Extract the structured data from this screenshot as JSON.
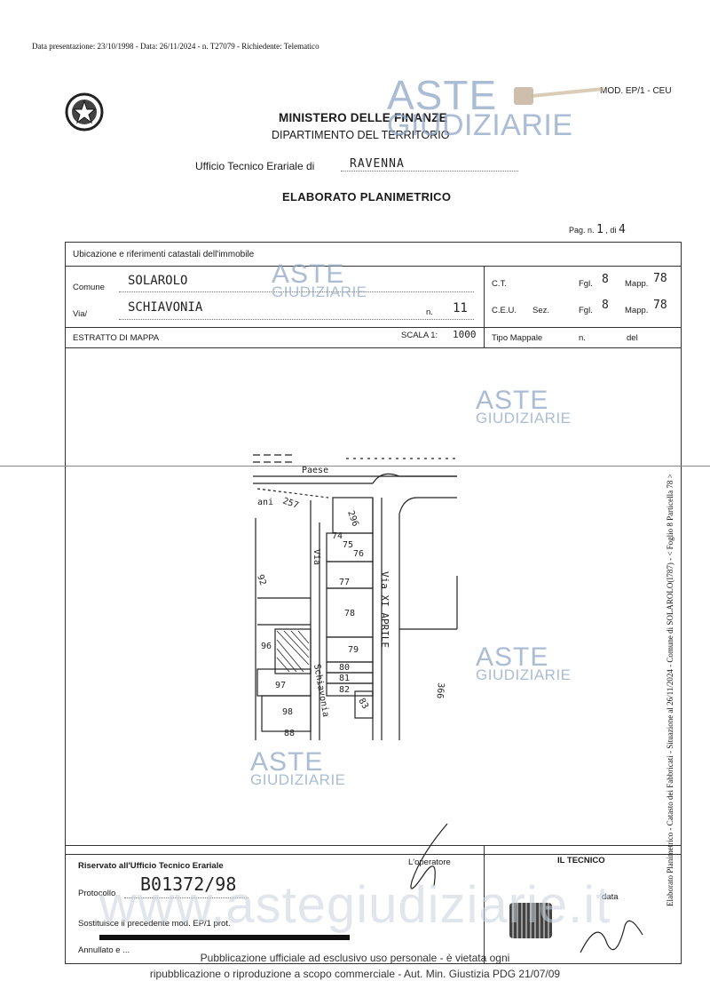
{
  "header_line": "Data presentazione: 23/10/1998 - Data: 26/11/2024 - n. T27079 - Richiedente: Telematico",
  "mod": "MOD. EP/1 - CEU",
  "ministry": "MINISTERO DELLE FINANZE",
  "department": "DIPARTIMENTO DEL TERRITORIO",
  "office_label": "Ufficio Tecnico Erariale di",
  "office_value": "RAVENNA",
  "doc_title": "ELABORATO PLANIMETRICO",
  "page": {
    "label": "Pag. n.",
    "num": "1",
    "of_label": "di",
    "total": "4"
  },
  "section_title": "Ubicazione e riferimenti catastali dell'immobile",
  "comune": {
    "label": "Comune",
    "value": "SOLAROLO"
  },
  "via": {
    "label": "Via/",
    "value": "SCHIAVONIA",
    "n_label": "n.",
    "n_value": "11"
  },
  "estratto": "ESTRATTO DI MAPPA",
  "scala": {
    "label": "SCALA 1:",
    "value": "1000"
  },
  "ct": {
    "label": "C.T.",
    "fgl_label": "Fgl.",
    "fgl": "8",
    "mapp_label": "Mapp.",
    "mapp": "78"
  },
  "ceu": {
    "label": "C.E.U.",
    "sez_label": "Sez.",
    "fgl_label": "Fgl.",
    "fgl": "8",
    "mapp_label": "Mapp.",
    "mapp": "78"
  },
  "tipo": {
    "label": "Tipo Mappale",
    "n_label": "n.",
    "del_label": "del"
  },
  "map_labels": {
    "paese": "Paese",
    "ani": "ani",
    "n257": "257",
    "n296": "296",
    "n92": "92",
    "via_left": "Via",
    "via_xi": "Via XI APRILE",
    "n74": "74",
    "n75": "75",
    "n76": "76",
    "n77": "77",
    "n78": "78",
    "n79": "79",
    "n80": "80",
    "n81": "81",
    "n82": "82",
    "n83": "83",
    "n96": "96",
    "n97": "97",
    "n98": "98",
    "n88": "88",
    "schiavonia": "Schiavonia",
    "n366": "366"
  },
  "reserved": "Riservato all'Ufficio Tecnico Erariale",
  "operatore": "L'operatore",
  "tecnico": "IL TECNICO",
  "protocollo": {
    "label": "Protocollo",
    "value": "B01372/98"
  },
  "data_label": "data",
  "sostituisce": "Sostituisce il precedente mod. EP/1 prot.",
  "annullato": "Annullato e ...",
  "side_text": "Elaborato Planimetrico - Catasto dei Fabbricati - Situazione al 26/11/2024 - Comune di SOLAROLO(I787) - < Foglio 8 Particella 78 >",
  "watermark": {
    "aste": "ASTE",
    "giudiziarie": "GIUDIZIARIE",
    "site": "www.astegiudiziarie.it"
  },
  "footer_line1": "Pubblicazione ufficiale ad esclusivo uso personale - è vietata ogni",
  "footer_line2": "ripubblicazione o riproduzione a scopo commerciale - Aut. Min. Giustizia PDG 21/07/09",
  "colors": {
    "watermark": "#8fa6c8",
    "ink": "#1a1a1a"
  }
}
